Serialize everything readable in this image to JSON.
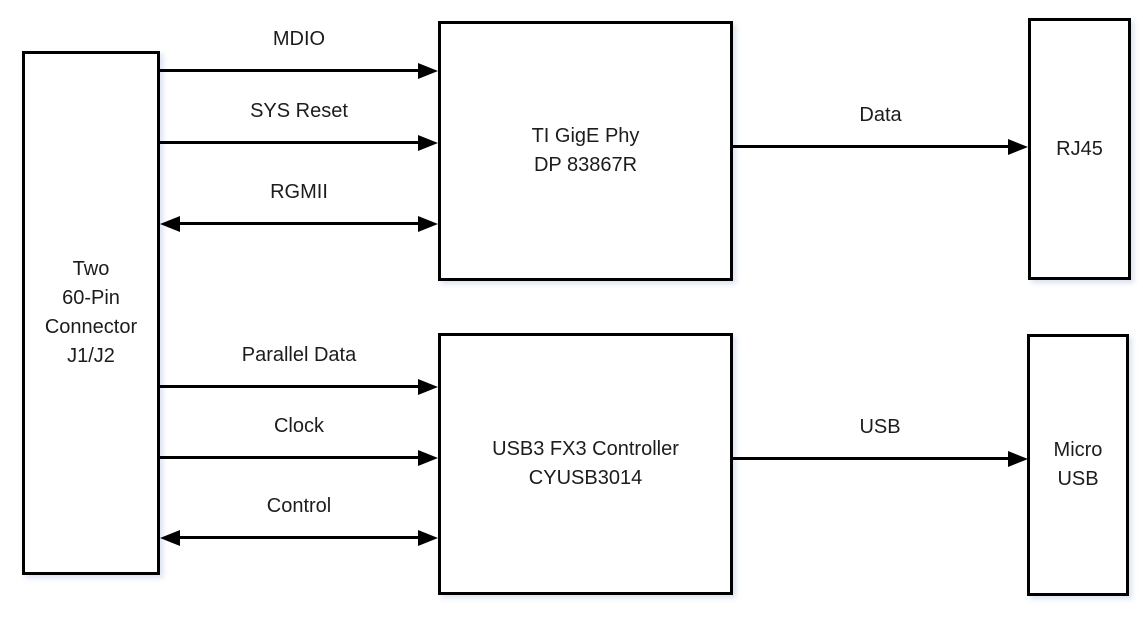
{
  "diagram": {
    "colors": {
      "line": "#000000",
      "text": "#1c1c1c",
      "background": "#ffffff"
    },
    "nodes": {
      "connector": {
        "lines": [
          "Two",
          "60-Pin",
          "Connector",
          "J1/J2"
        ]
      },
      "phy": {
        "lines": [
          "TI GigE Phy",
          "DP 83867R"
        ]
      },
      "fx3": {
        "lines": [
          "USB3 FX3 Controller",
          "CYUSB3014"
        ]
      },
      "rj45": {
        "lines": [
          "RJ45"
        ]
      },
      "micro_usb": {
        "lines": [
          "Micro",
          "USB"
        ]
      }
    },
    "edges": {
      "mdio": {
        "label": "MDIO",
        "from": "connector",
        "to": "phy",
        "direction": "right"
      },
      "sys_reset": {
        "label": "SYS Reset",
        "from": "connector",
        "to": "phy",
        "direction": "right"
      },
      "rgmii": {
        "label": "RGMII",
        "from": "connector",
        "to": "phy",
        "direction": "both"
      },
      "data": {
        "label": "Data",
        "from": "phy",
        "to": "rj45",
        "direction": "right"
      },
      "parallel_data": {
        "label": "Parallel Data",
        "from": "connector",
        "to": "fx3",
        "direction": "right"
      },
      "clock": {
        "label": "Clock",
        "from": "connector",
        "to": "fx3",
        "direction": "right"
      },
      "control": {
        "label": "Control",
        "from": "connector",
        "to": "fx3",
        "direction": "both"
      },
      "usb": {
        "label": "USB",
        "from": "fx3",
        "to": "micro_usb",
        "direction": "right"
      }
    }
  }
}
